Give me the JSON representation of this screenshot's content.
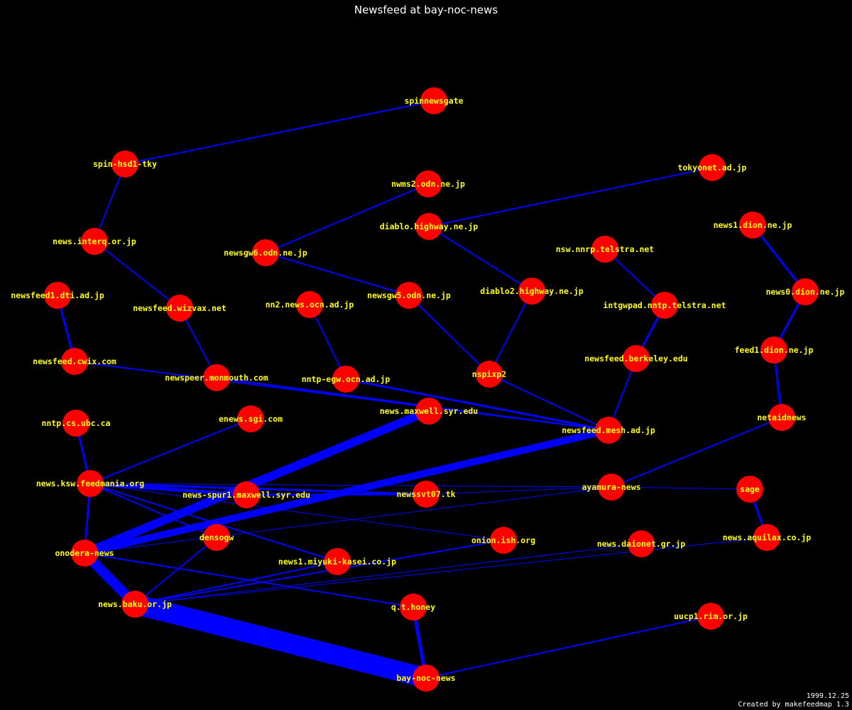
{
  "title": "Newsfeed at bay-noc-news",
  "footer": {
    "date": "1999.12.25",
    "credit": "Created by makefeedmap 1.3"
  },
  "colors": {
    "background": "#000000",
    "node": "#ff0000",
    "edge": "#0000ff",
    "label": "#ffff00",
    "text": "#ffffff"
  },
  "nodes": [
    {
      "id": "spinnewsgate",
      "label": "spinnewsgate"
    },
    {
      "id": "spin-hsd1-tky",
      "label": "spin-hsd1-tky"
    },
    {
      "id": "tokyonet.ad.jp",
      "label": "tokyonet.ad.jp"
    },
    {
      "id": "nwms2.odn.ne.jp",
      "label": "nwms2.odn.ne.jp"
    },
    {
      "id": "diablo.highway.ne.jp",
      "label": "diablo.highway.ne.jp"
    },
    {
      "id": "news1.dion.ne.jp",
      "label": "news1.dion.ne.jp"
    },
    {
      "id": "news.interq.or.jp",
      "label": "news.interq.or.jp"
    },
    {
      "id": "newsgw6.odn.ne.jp",
      "label": "newsgw6.odn.ne.jp"
    },
    {
      "id": "nsw.nnrp.telstra.net",
      "label": "nsw.nnrp.telstra.net"
    },
    {
      "id": "newsfeed1.dti.ad.jp",
      "label": "newsfeed1.dti.ad.jp"
    },
    {
      "id": "newsfeed.wizvax.net",
      "label": "newsfeed.wizvax.net"
    },
    {
      "id": "nn2.news.ocn.ad.jp",
      "label": "nn2.news.ocn.ad.jp"
    },
    {
      "id": "newsgw5.odn.ne.jp",
      "label": "newsgw5.odn.ne.jp"
    },
    {
      "id": "diablo2.highway.ne.jp",
      "label": "diablo2.highway.ne.jp"
    },
    {
      "id": "intgwpad.nntp.telstra.net",
      "label": "intgwpad.nntp.telstra.net"
    },
    {
      "id": "news0.dion.ne.jp",
      "label": "news0.dion.ne.jp"
    },
    {
      "id": "newsfeed.cwix.com",
      "label": "newsfeed.cwix.com"
    },
    {
      "id": "newspeer.monmouth.com",
      "label": "newspeer.monmouth.com"
    },
    {
      "id": "nntp-egw.ocn.ad.jp",
      "label": "nntp-egw.ocn.ad.jp"
    },
    {
      "id": "nspixp2",
      "label": "nspixp2"
    },
    {
      "id": "newsfeed.berkeley.edu",
      "label": "newsfeed.berkeley.edu"
    },
    {
      "id": "feed1.dion.ne.jp",
      "label": "feed1.dion.ne.jp"
    },
    {
      "id": "nntp.cs.ubc.ca",
      "label": "nntp.cs.ubc.ca"
    },
    {
      "id": "enews.sgi.com",
      "label": "enews.sgi.com"
    },
    {
      "id": "news.maxwell.syr.edu",
      "label": "news.maxwell.syr.edu"
    },
    {
      "id": "newsfeed.mesh.ad.jp",
      "label": "newsfeed.mesh.ad.jp"
    },
    {
      "id": "netaidnews",
      "label": "netaidnews"
    },
    {
      "id": "news.ksw.feedmania.org",
      "label": "news.ksw.feedmania.org"
    },
    {
      "id": "news-spur1.maxwell.syr.edu",
      "label": "news-spur1.maxwell.syr.edu"
    },
    {
      "id": "newssvt07.tk",
      "label": "newssvt07.tk"
    },
    {
      "id": "ayamura-news",
      "label": "ayamura-news"
    },
    {
      "id": "sage",
      "label": "sage"
    },
    {
      "id": "densogw",
      "label": "densogw"
    },
    {
      "id": "onion.ish.org",
      "label": "onion.ish.org"
    },
    {
      "id": "news.aquilax.co.jp",
      "label": "news.aquilax.co.jp"
    },
    {
      "id": "news.daionet.gr.jp",
      "label": "news.daionet.gr.jp"
    },
    {
      "id": "onodera-news",
      "label": "onodera-news"
    },
    {
      "id": "news1.miyuki-kasei.co.jp",
      "label": "news1.miyuki-kasei.co.jp"
    },
    {
      "id": "news.baku.or.jp",
      "label": "news.baku.or.jp"
    },
    {
      "id": "q.t.honey",
      "label": "q.t.honey"
    },
    {
      "id": "uucp1.rim.or.jp",
      "label": "uucp1.rim.or.jp"
    },
    {
      "id": "bay-noc-news",
      "label": "bay-noc-news"
    }
  ],
  "edges": [
    {
      "source": "spinnewsgate",
      "target": "spin-hsd1-tky",
      "weight": 2
    },
    {
      "source": "spin-hsd1-tky",
      "target": "news.interq.or.jp",
      "weight": 2
    },
    {
      "source": "news.interq.or.jp",
      "target": "newsfeed.wizvax.net",
      "weight": 2
    },
    {
      "source": "newsfeed.wizvax.net",
      "target": "newspeer.monmouth.com",
      "weight": 2
    },
    {
      "source": "newsfeed1.dti.ad.jp",
      "target": "newsfeed.cwix.com",
      "weight": 3
    },
    {
      "source": "newsfeed.cwix.com",
      "target": "newsfeed.mesh.ad.jp",
      "weight": 2
    },
    {
      "source": "newspeer.monmouth.com",
      "target": "newsfeed.mesh.ad.jp",
      "weight": 2
    },
    {
      "source": "tokyonet.ad.jp",
      "target": "diablo.highway.ne.jp",
      "weight": 2
    },
    {
      "source": "nwms2.odn.ne.jp",
      "target": "newsgw6.odn.ne.jp",
      "weight": 2
    },
    {
      "source": "newsgw6.odn.ne.jp",
      "target": "newsgw5.odn.ne.jp",
      "weight": 2
    },
    {
      "source": "diablo.highway.ne.jp",
      "target": "diablo2.highway.ne.jp",
      "weight": 2
    },
    {
      "source": "diablo2.highway.ne.jp",
      "target": "nspixp2",
      "weight": 2
    },
    {
      "source": "newsgw5.odn.ne.jp",
      "target": "nspixp2",
      "weight": 2
    },
    {
      "source": "nspixp2",
      "target": "newsfeed.mesh.ad.jp",
      "weight": 2
    },
    {
      "source": "nn2.news.ocn.ad.jp",
      "target": "nntp-egw.ocn.ad.jp",
      "weight": 2
    },
    {
      "source": "nntp-egw.ocn.ad.jp",
      "target": "newsfeed.mesh.ad.jp",
      "weight": 3
    },
    {
      "source": "nsw.nnrp.telstra.net",
      "target": "intgwpad.nntp.telstra.net",
      "weight": 2
    },
    {
      "source": "intgwpad.nntp.telstra.net",
      "target": "newsfeed.berkeley.edu",
      "weight": 3
    },
    {
      "source": "newsfeed.berkeley.edu",
      "target": "newsfeed.mesh.ad.jp",
      "weight": 2
    },
    {
      "source": "news1.dion.ne.jp",
      "target": "news0.dion.ne.jp",
      "weight": 3
    },
    {
      "source": "news0.dion.ne.jp",
      "target": "feed1.dion.ne.jp",
      "weight": 3
    },
    {
      "source": "feed1.dion.ne.jp",
      "target": "netaidnews",
      "weight": 3
    },
    {
      "source": "netaidnews",
      "target": "ayamura-news",
      "weight": 2
    },
    {
      "source": "nntp.cs.ubc.ca",
      "target": "news.ksw.feedmania.org",
      "weight": 3
    },
    {
      "source": "enews.sgi.com",
      "target": "news.ksw.feedmania.org",
      "weight": 2
    },
    {
      "source": "news.ksw.feedmania.org",
      "target": "news-spur1.maxwell.syr.edu",
      "weight": 5
    },
    {
      "source": "news.ksw.feedmania.org",
      "target": "newssvt07.tk",
      "weight": 3
    },
    {
      "source": "news.ksw.feedmania.org",
      "target": "ayamura-news",
      "weight": 1
    },
    {
      "source": "news.ksw.feedmania.org",
      "target": "onodera-news",
      "weight": 3
    },
    {
      "source": "news.ksw.feedmania.org",
      "target": "densogw",
      "weight": 2
    },
    {
      "source": "news.ksw.feedmania.org",
      "target": "news1.miyuki-kasei.co.jp",
      "weight": 2
    },
    {
      "source": "news.ksw.feedmania.org",
      "target": "onion.ish.org",
      "weight": 1
    },
    {
      "source": "news-spur1.maxwell.syr.edu",
      "target": "newssvt07.tk",
      "weight": 3
    },
    {
      "source": "newssvt07.tk",
      "target": "ayamura-news",
      "weight": 1
    },
    {
      "source": "ayamura-news",
      "target": "sage",
      "weight": 1
    },
    {
      "source": "sage",
      "target": "news.aquilax.co.jp",
      "weight": 3
    },
    {
      "source": "onodera-news",
      "target": "news.maxwell.syr.edu",
      "weight": 12
    },
    {
      "source": "onodera-news",
      "target": "newsfeed.mesh.ad.jp",
      "weight": 10
    },
    {
      "source": "onodera-news",
      "target": "ayamura-news",
      "weight": 1
    },
    {
      "source": "onodera-news",
      "target": "news.baku.or.jp",
      "weight": 14
    },
    {
      "source": "onodera-news",
      "target": "q.t.honey",
      "weight": 2
    },
    {
      "source": "densogw",
      "target": "news.baku.or.jp",
      "weight": 2
    },
    {
      "source": "news.baku.or.jp",
      "target": "onion.ish.org",
      "weight": 2
    },
    {
      "source": "news.baku.or.jp",
      "target": "news.daionet.gr.jp",
      "weight": 1
    },
    {
      "source": "news.baku.or.jp",
      "target": "news.aquilax.co.jp",
      "weight": 1
    },
    {
      "source": "news.baku.or.jp",
      "target": "news1.miyuki-kasei.co.jp",
      "weight": 2
    },
    {
      "source": "news.baku.or.jp",
      "target": "bay-noc-news",
      "weight": 28
    },
    {
      "source": "q.t.honey",
      "target": "bay-noc-news",
      "weight": 5
    },
    {
      "source": "uucp1.rim.or.jp",
      "target": "bay-noc-news",
      "weight": 2
    }
  ]
}
